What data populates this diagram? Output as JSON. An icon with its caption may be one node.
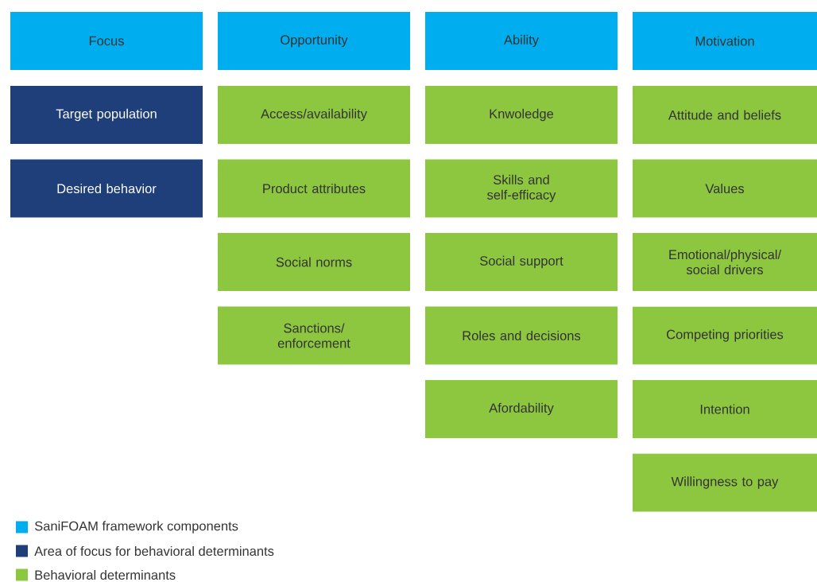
{
  "diagram": {
    "nodes": [
      {
        "text": [
          "Focus"
        ]
      },
      {
        "text": [
          "Opportunity"
        ]
      },
      {
        "text": [
          "Ability"
        ]
      },
      {
        "text": [
          "Motivation"
        ]
      },
      {
        "text": [
          "Target population"
        ]
      },
      {
        "text": [
          "Access/availability"
        ]
      },
      {
        "text": [
          "Knwoledge"
        ]
      },
      {
        "text": [
          "Attitude and beliefs"
        ]
      },
      {
        "text": [
          "Desired behavior"
        ]
      },
      {
        "text": [
          "Product attributes"
        ]
      },
      {
        "text": [
          "Skills and self-efficacy"
        ]
      },
      {
        "text": [
          "Values"
        ]
      },
      {
        "text": [
          "Social norms"
        ]
      },
      {
        "text": [
          "Social support"
        ]
      },
      {
        "text": [
          "Emotional/physical/ social drivers"
        ]
      },
      {
        "text": [
          "Sanctions/ enforcement"
        ]
      },
      {
        "text": [
          "Roles and decisions"
        ]
      },
      {
        "text": [
          "Competing priorities"
        ]
      },
      {
        "text": [
          "Afordability"
        ]
      },
      {
        "text": [
          "Intention"
        ]
      },
      {
        "text": [
          "Willingness to pay"
        ]
      }
    ],
    "legend": [
      {
        "text": "SaniFOAM framework components",
        "color": "#00aeef"
      },
      {
        "text": "Area of focus for behavioral determinants",
        "color": "#1f3f7a"
      },
      {
        "text": "Behavioral determinants",
        "color": "#8dc63f"
      }
    ]
  }
}
